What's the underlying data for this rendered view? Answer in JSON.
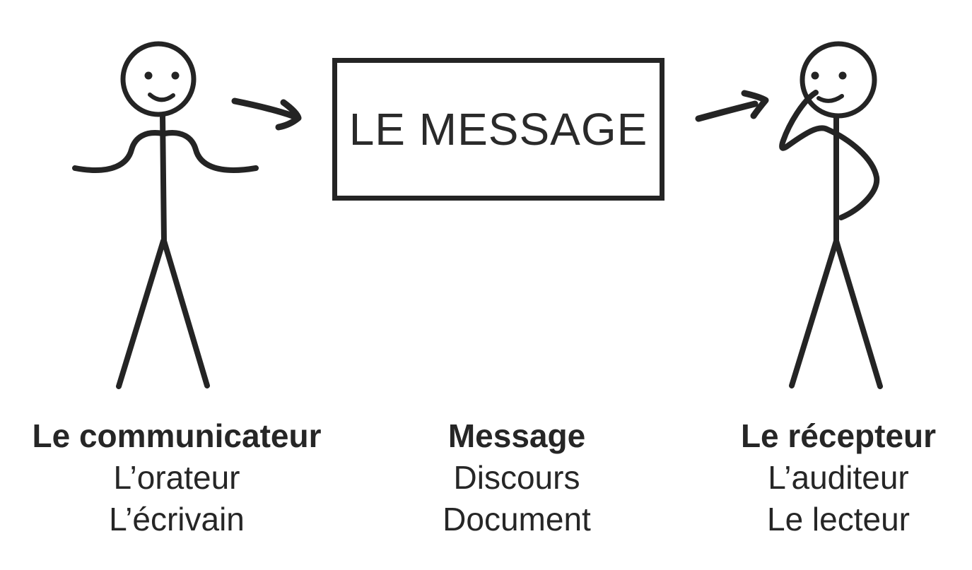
{
  "page": {
    "background": "#ffffff",
    "ink": "#242424",
    "text_color": "#262626"
  },
  "message_box": {
    "label": "LE MESSAGE"
  },
  "figures": {
    "sender_icon": "stick-figure-arms-spread-icon",
    "receiver_icon": "stick-figure-thinking-icon",
    "arrow_left_icon": "arrow-right-icon",
    "arrow_right_icon": "arrow-right-icon"
  },
  "labels": {
    "sender": {
      "title": "Le communicateur",
      "line2": "L’orateur",
      "line3": "L’écrivain"
    },
    "message": {
      "title": "Message",
      "line2": "Discours",
      "line3": "Document"
    },
    "receiver": {
      "title": "Le récepteur",
      "line2": "L’auditeur",
      "line3": "Le lecteur"
    }
  }
}
